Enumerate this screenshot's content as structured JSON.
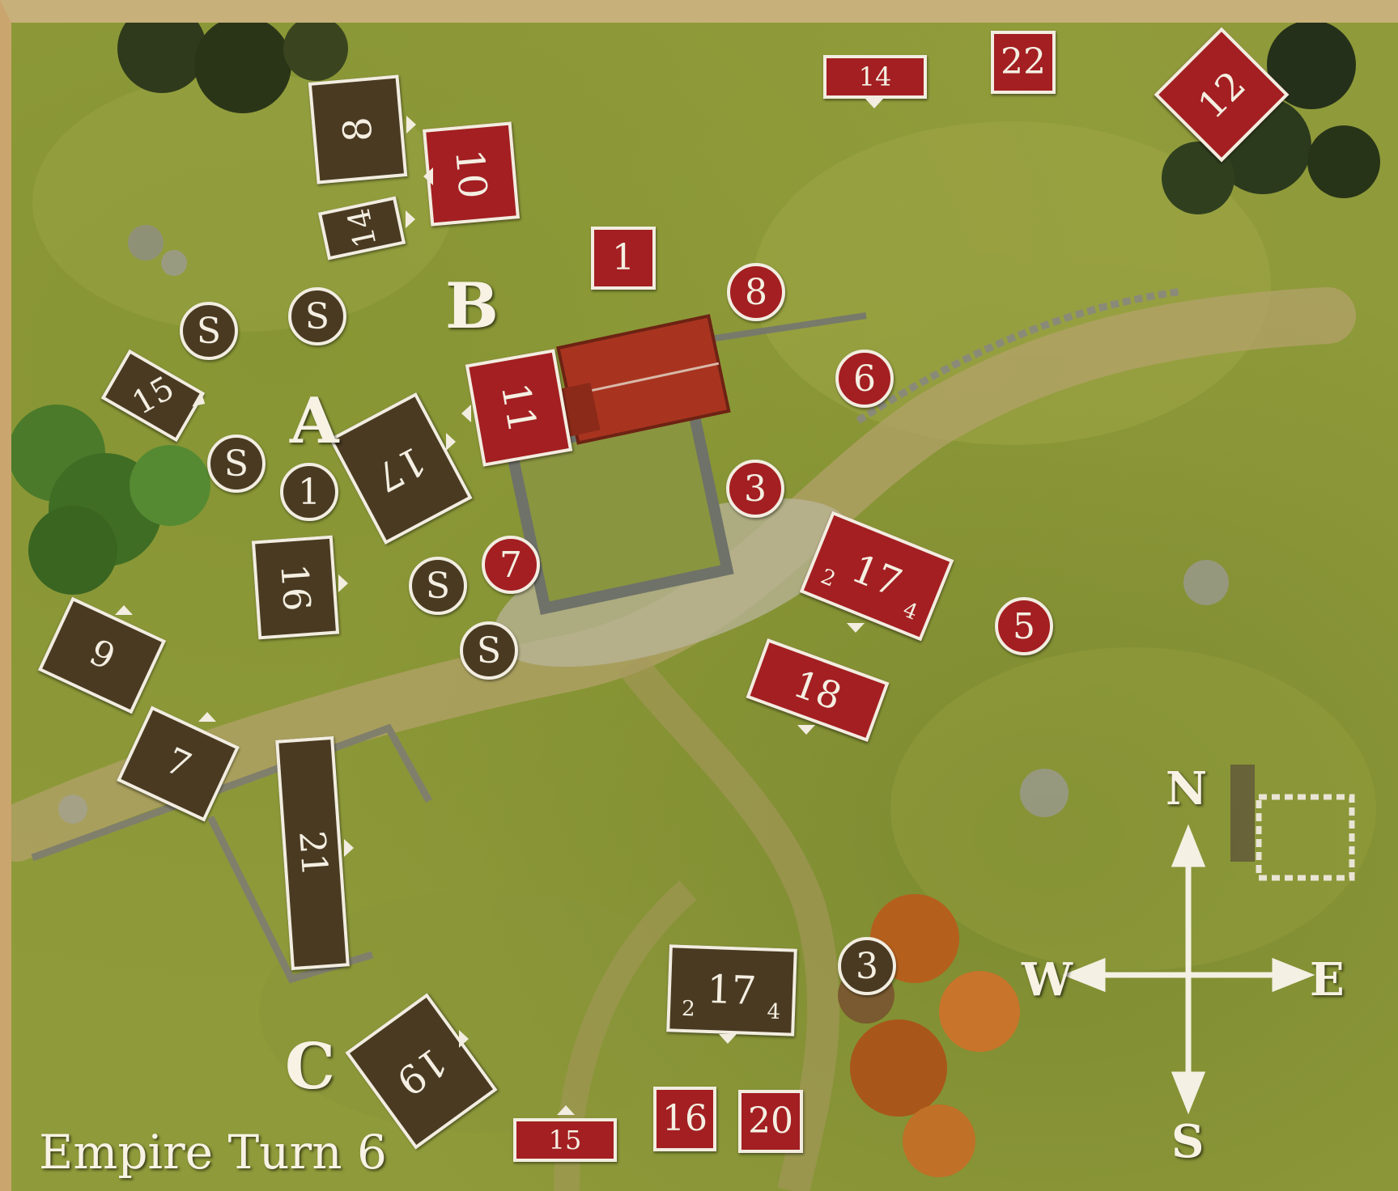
{
  "caption": "Empire Turn 6",
  "colors": {
    "empire_counter": "#4a3a22",
    "enemy_counter": "#a31f22",
    "counter_border": "#f2ede0",
    "grass": "#8f9a3a",
    "road": "#b3a26a",
    "building_roof": "#a83420"
  },
  "markers": {
    "a": "A",
    "b": "B",
    "c": "C"
  },
  "compass": {
    "n": "N",
    "s": "S",
    "e": "E",
    "w": "W"
  },
  "empire_units": [
    {
      "id": "8",
      "label": "8"
    },
    {
      "id": "14",
      "label": "14"
    },
    {
      "id": "15",
      "label": "15"
    },
    {
      "id": "17",
      "label": "17"
    },
    {
      "id": "16",
      "label": "16"
    },
    {
      "id": "9",
      "label": "9"
    },
    {
      "id": "7",
      "label": "7"
    },
    {
      "id": "21",
      "label": "21"
    },
    {
      "id": "19",
      "label": "19"
    },
    {
      "id": "17b",
      "label": "17",
      "left": "2",
      "right": "4"
    }
  ],
  "empire_discs": [
    {
      "label": "S"
    },
    {
      "label": "S"
    },
    {
      "label": "S"
    },
    {
      "label": "1"
    },
    {
      "label": "S"
    },
    {
      "label": "S"
    },
    {
      "label": "3"
    }
  ],
  "enemy_units": [
    {
      "id": "10",
      "label": "10"
    },
    {
      "id": "14",
      "label": "14"
    },
    {
      "id": "22",
      "label": "22"
    },
    {
      "id": "12",
      "label": "12"
    },
    {
      "id": "1",
      "label": "1"
    },
    {
      "id": "11",
      "label": "11"
    },
    {
      "id": "17",
      "label": "17",
      "left": "2",
      "right": "4"
    },
    {
      "id": "18",
      "label": "18"
    },
    {
      "id": "15",
      "label": "15"
    },
    {
      "id": "16",
      "label": "16"
    },
    {
      "id": "20",
      "label": "20"
    }
  ],
  "enemy_discs": [
    {
      "label": "8"
    },
    {
      "label": "6"
    },
    {
      "label": "3"
    },
    {
      "label": "7"
    },
    {
      "label": "5"
    }
  ]
}
